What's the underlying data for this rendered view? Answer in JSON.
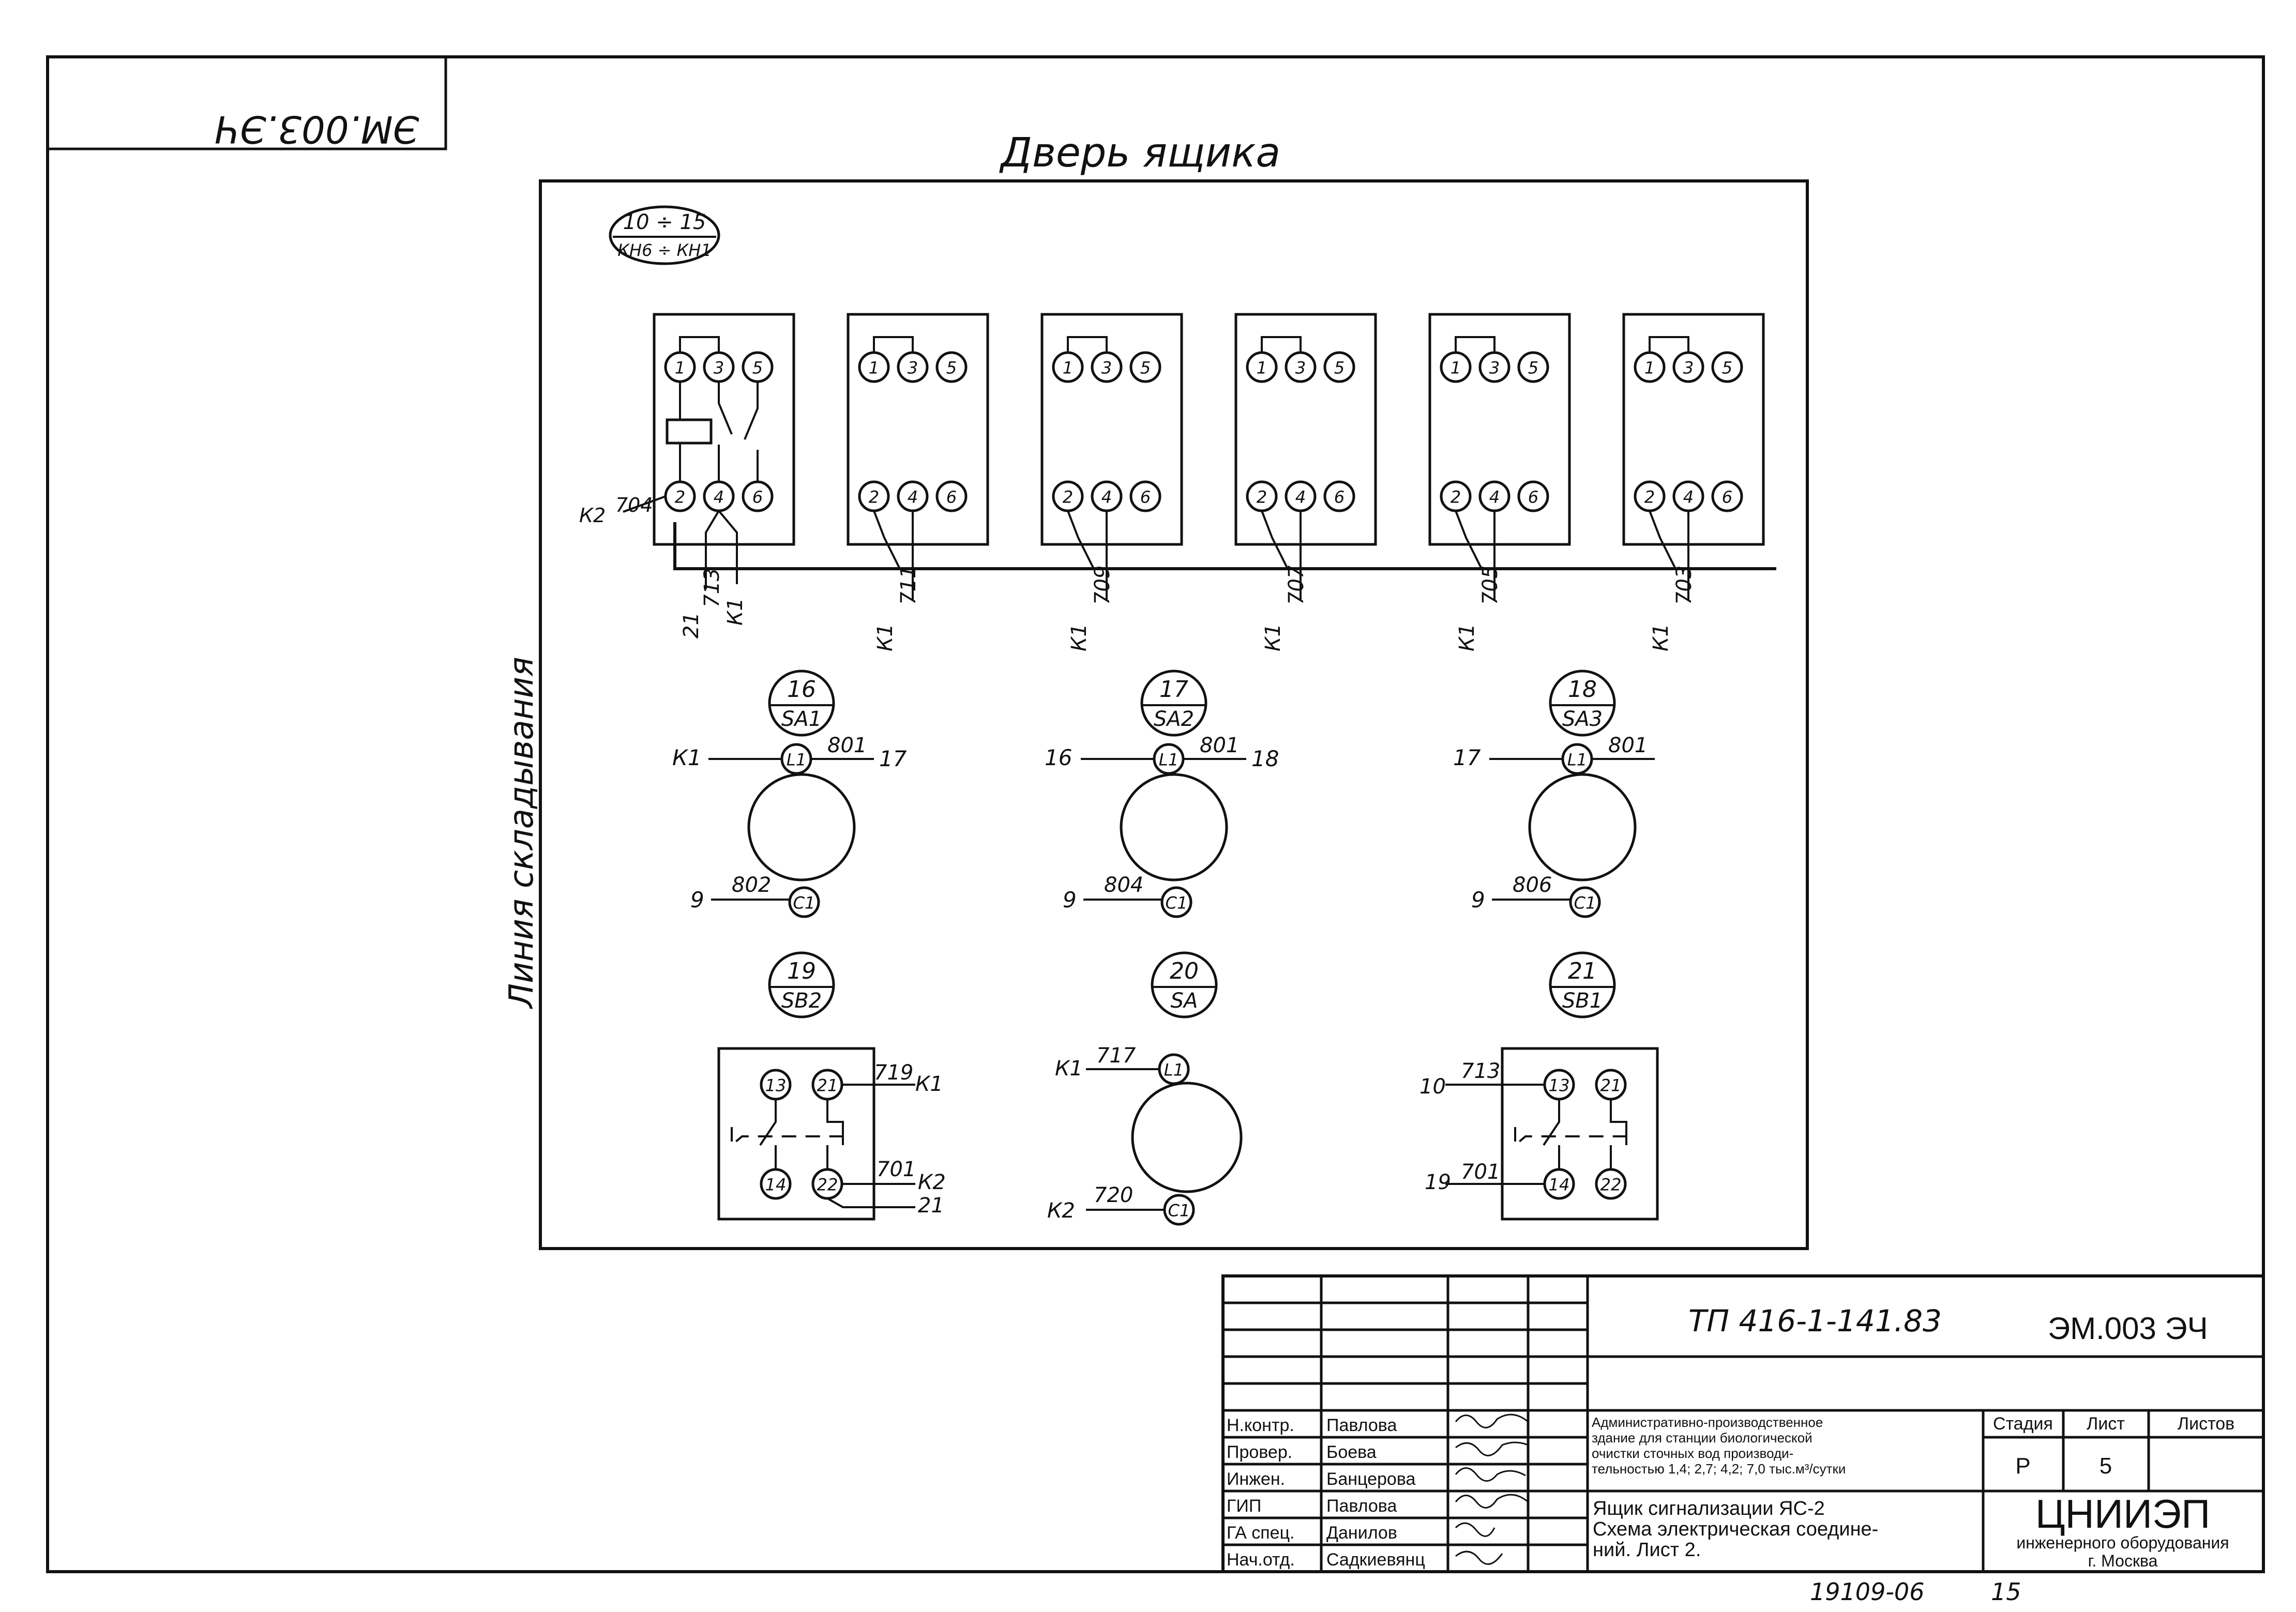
{
  "stamp_mirrored": "ЭМ.003.ЭЧ",
  "door_label": "Дверь ящика",
  "fold_line_label": "Линия складывания",
  "relay_group_tag": {
    "top": "10 ÷ 15",
    "bottom": "КН6 ÷ КН1"
  },
  "relays": [
    {
      "terminals_top": [
        "1",
        "3",
        "5"
      ],
      "terminals_bottom": [
        "2",
        "4",
        "6"
      ],
      "left_wire": "К2",
      "left_num": "704",
      "wires": [
        "21",
        "713",
        "К1"
      ]
    },
    {
      "terminals_top": [
        "1",
        "3",
        "5"
      ],
      "terminals_bottom": [
        "2",
        "4",
        "6"
      ],
      "wires": [
        "К1",
        "711"
      ]
    },
    {
      "terminals_top": [
        "1",
        "3",
        "5"
      ],
      "terminals_bottom": [
        "2",
        "4",
        "6"
      ],
      "wires": [
        "К1",
        "709"
      ]
    },
    {
      "terminals_top": [
        "1",
        "3",
        "5"
      ],
      "terminals_bottom": [
        "2",
        "4",
        "6"
      ],
      "wires": [
        "К1",
        "707"
      ]
    },
    {
      "terminals_top": [
        "1",
        "3",
        "5"
      ],
      "terminals_bottom": [
        "2",
        "4",
        "6"
      ],
      "wires": [
        "К1",
        "705"
      ]
    },
    {
      "terminals_top": [
        "1",
        "3",
        "5"
      ],
      "terminals_bottom": [
        "2",
        "4",
        "6"
      ],
      "wires": [
        "К1",
        "703"
      ]
    }
  ],
  "lamps": [
    {
      "tag_top": "16",
      "tag_bottom": "SA1",
      "t1": "L1",
      "t2": "C1",
      "left_top": "К1",
      "wire_top": "801",
      "right_top": "17",
      "left_bottom": "9",
      "wire_bottom": "802"
    },
    {
      "tag_top": "17",
      "tag_bottom": "SA2",
      "t1": "L1",
      "t2": "C1",
      "left_top": "16",
      "wire_top": "801",
      "right_top": "18",
      "left_bottom": "9",
      "wire_bottom": "804"
    },
    {
      "tag_top": "18",
      "tag_bottom": "SA3",
      "t1": "L1",
      "t2": "C1",
      "left_top": "17",
      "wire_top": "801",
      "left_bottom": "9",
      "wire_bottom": "806"
    }
  ],
  "buttons": [
    {
      "tag_top": "19",
      "tag_bottom": "SB2",
      "terminals": [
        "13",
        "21",
        "14",
        "22"
      ],
      "wire1": "719",
      "wire1_end": "К1",
      "wire2": "701",
      "wire2_end": "К2",
      "wire3_end": "21"
    },
    {
      "tag_top": "21",
      "tag_bottom": "SB1",
      "terminals": [
        "13",
        "21",
        "14",
        "22"
      ],
      "left_top": "10",
      "wire1": "713",
      "left_bottom": "19",
      "wire2": "701"
    }
  ],
  "horn": {
    "tag_top": "20",
    "tag_bottom": "SA",
    "t1": "L1",
    "t2": "C1",
    "left_top": "К1",
    "wire_top": "717",
    "left_bottom": "К2",
    "wire_bottom": "720"
  },
  "title_block": {
    "project": "ТП 416-1-141.83",
    "code": "ЭМ.003 ЭЧ",
    "roles": [
      "Н.контр.",
      "Провер.",
      "Инжен.",
      "ГИП",
      "ГА спец.",
      "Нач.отд."
    ],
    "names": [
      "Павлова",
      "Боева",
      "Банцерова",
      "Павлова",
      "Данилов",
      "Садкиевянц"
    ],
    "description": [
      "Административно-производственное",
      "здание для станции биологической",
      "очистки сточных вод производи-",
      "тельностью 1,4; 2,7; 4,2; 7,0 тыс.м³/сутки"
    ],
    "sheet_title": [
      "Ящик сигнализации ЯС-2",
      "Схема электрическая соедине-",
      "ний.   Лист 2."
    ],
    "stage_label": "Стадия",
    "sheet_label": "Лист",
    "sheets_label": "Листов",
    "stage": "Р",
    "sheet": "5",
    "org_short": "ЦНИИЭП",
    "org_line1": "инженерного оборудования",
    "org_line2": "г. Москва"
  },
  "bottom_note": "19109-06",
  "bottom_page": "15"
}
